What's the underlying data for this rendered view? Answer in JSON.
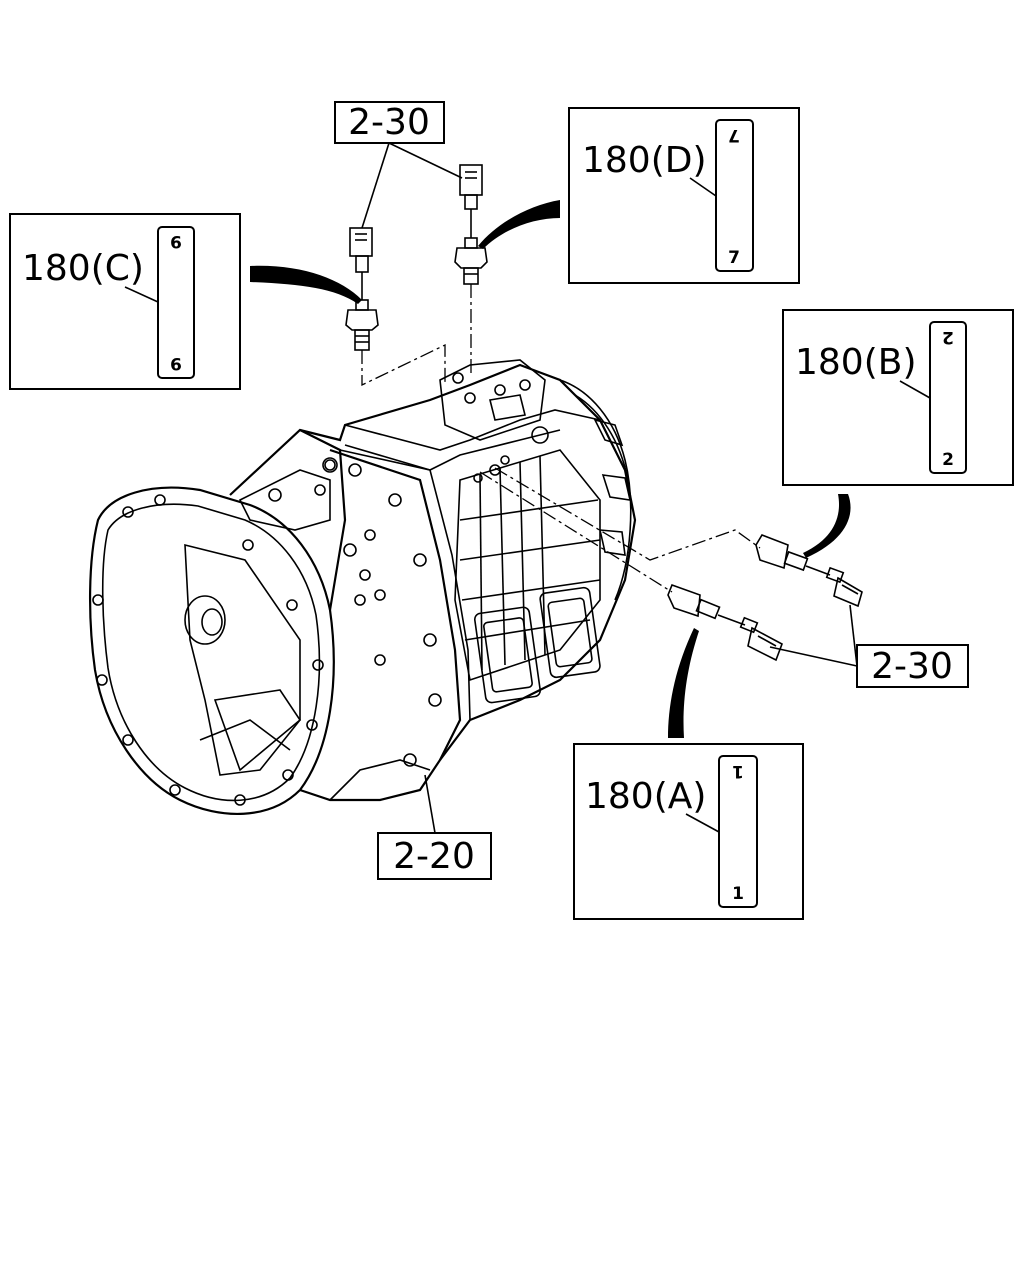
{
  "callouts": {
    "c_2_30_top": "2-30",
    "c_2_30_right": "2-30",
    "c_2_20": "2-20"
  },
  "details": {
    "a": {
      "label": "180(A)",
      "tag_top": "1",
      "tag_bottom": "1"
    },
    "b": {
      "label": "180(B)",
      "tag_top": "2",
      "tag_bottom": "2"
    },
    "c": {
      "label": "180(C)",
      "tag_top": "9",
      "tag_bottom": "9"
    },
    "d": {
      "label": "180(D)",
      "tag_top": "7",
      "tag_bottom": "7"
    }
  }
}
